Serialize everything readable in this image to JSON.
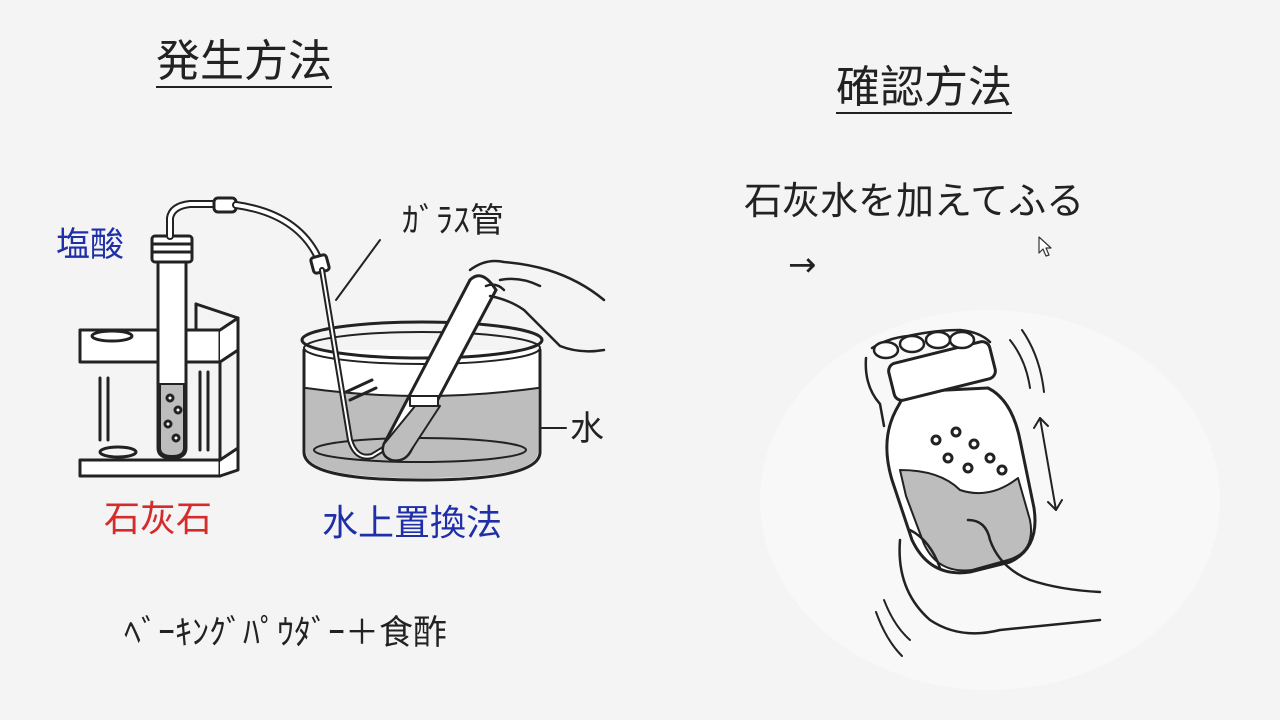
{
  "headings": {
    "generation": "発生方法",
    "confirmation": "確認方法"
  },
  "labels": {
    "hydrochloric_acid": "塩酸",
    "glass_tube": "ｶﾞﾗｽ管",
    "water": "水",
    "limestone": "石灰石",
    "water_displacement": "水上置換法",
    "baking_powder_vinegar": "ﾍﾞｰｷﾝｸﾞﾊﾟｳﾀﾞｰ＋食酢"
  },
  "confirmation": {
    "instruction": "石灰水を加えてふる",
    "arrow": "→"
  },
  "colors": {
    "blue_label": "#1f2fa8",
    "red_label": "#d42b2b",
    "water_fill": "#bdbdbd",
    "line": "#222222"
  },
  "icons": [
    "mouse-cursor-icon"
  ]
}
